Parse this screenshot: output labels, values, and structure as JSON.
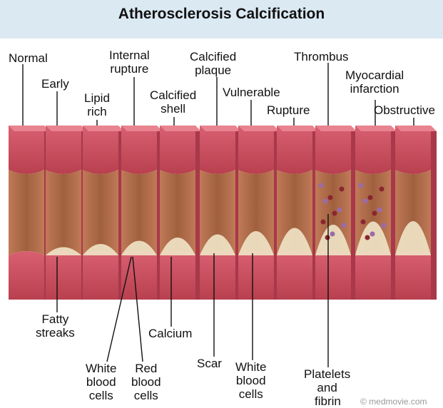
{
  "title": "Atherosclerosis Calcification",
  "stages": {
    "normal": "Normal",
    "early": "Early",
    "lipid_rich": [
      "Lipid",
      "rich"
    ],
    "internal_rupture": [
      "Internal",
      "rupture"
    ],
    "calcified_shell": [
      "Calcified",
      "shell"
    ],
    "calcified_plaque": [
      "Calcified",
      "plaque"
    ],
    "vulnerable": "Vulnerable",
    "rupture": "Rupture",
    "thrombus": "Thrombus",
    "myocardial_infarction": [
      "Myocardial",
      "infarction"
    ],
    "obstructive": "Obstructive"
  },
  "callouts": {
    "fatty_streaks": [
      "Fatty",
      "streaks"
    ],
    "white_blood_cells_1": [
      "White",
      "blood",
      "cells"
    ],
    "red_blood_cells": [
      "Red",
      "blood",
      "cells"
    ],
    "calcium": "Calcium",
    "scar": "Scar",
    "white_blood_cells_2": [
      "White",
      "blood",
      "cells"
    ],
    "platelets_fibrin": [
      "Platelets",
      "and",
      "fibrin"
    ]
  },
  "credit": "© medmovie.com",
  "colors": {
    "title_bar": "#dbe9f3",
    "artery_outer": "#c8505e",
    "artery_inner": "#d88a78",
    "lumen": "#b07050",
    "plaque": "#f1e4c8",
    "thrombus": "#8a2630"
  }
}
